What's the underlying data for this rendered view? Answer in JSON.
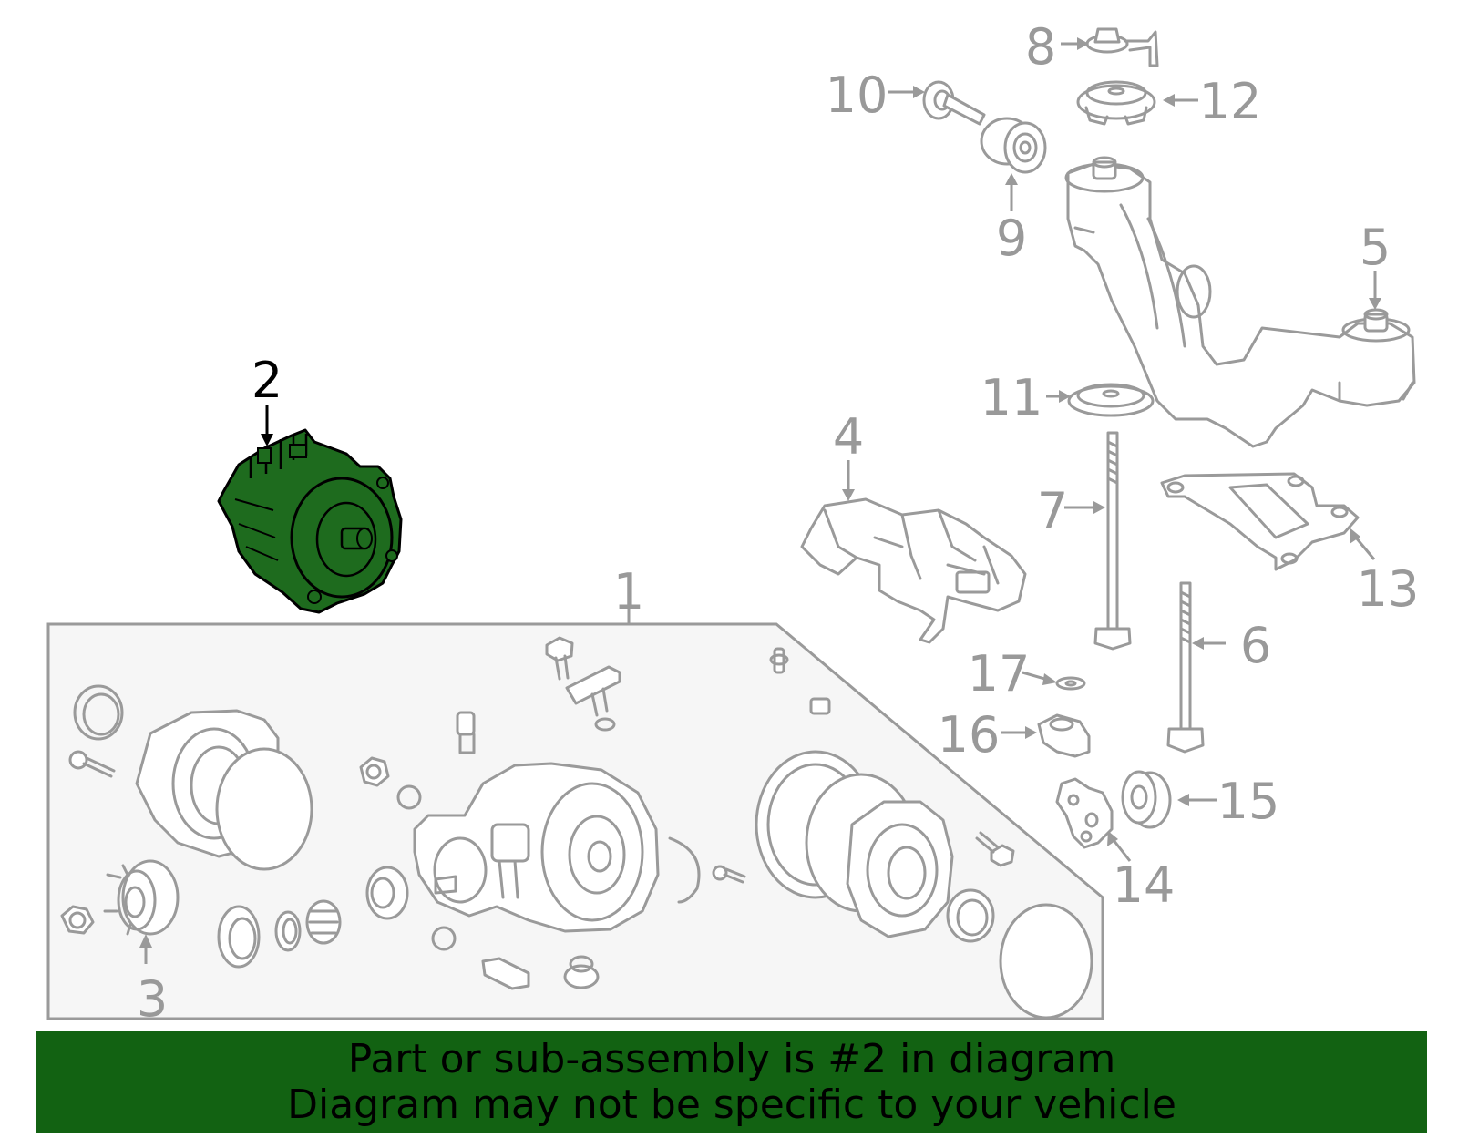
{
  "callouts": {
    "c1": "1",
    "c2": "2",
    "c3": "3",
    "c4": "4",
    "c5": "5",
    "c6": "6",
    "c7": "7",
    "c8": "8",
    "c9": "9",
    "c10": "10",
    "c11": "11",
    "c12": "12",
    "c13": "13",
    "c14": "14",
    "c15": "15",
    "c16": "16",
    "c17": "17"
  },
  "highlighted_part": "2",
  "banner": {
    "line1": "Part or sub-assembly is #2 in diagram",
    "line2": "Diagram may not be specific to your vehicle"
  },
  "colors": {
    "highlight": "#1e6b1e",
    "banner": "#126212",
    "line_art": "#9a9a9a"
  }
}
